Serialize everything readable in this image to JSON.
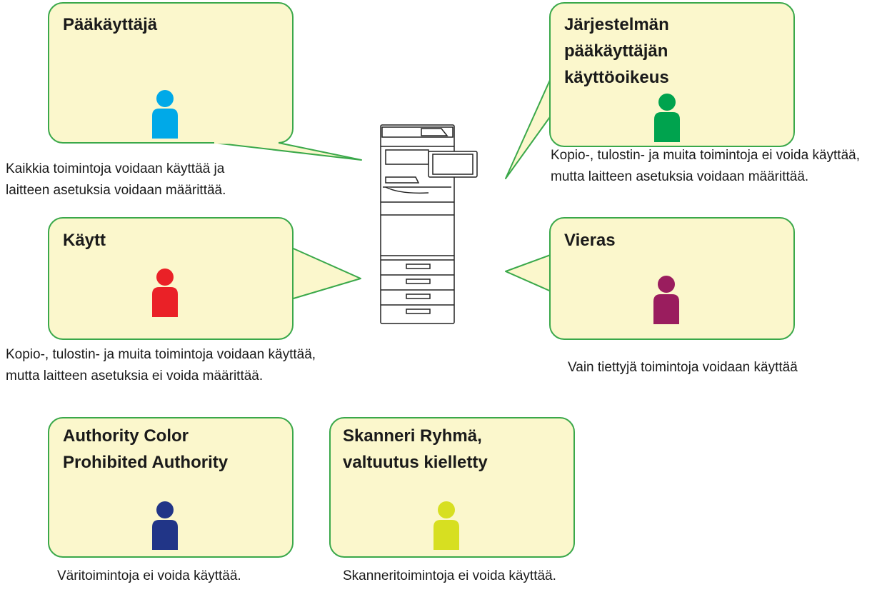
{
  "roles": [
    {
      "id": "paakayttaja",
      "title_lines": [
        "Pääkäyttäjä"
      ],
      "description": "Kaikkia toimintoja voidaan käyttää ja laitteen asetuksia voidaan määrittää.",
      "icon": "user-icon",
      "color": "#00a9e8"
    },
    {
      "id": "jarjestelman-paakayttajan-kayttooikeus",
      "title_lines": [
        "Järjestelmän",
        "pääkäyttäjän",
        "käyttöoikeus"
      ],
      "description": "Kopio-, tulostin- ja muita toimintoja ei voida käyttää, mutta laitteen asetuksia voidaan määrittää.",
      "icon": "user-icon",
      "color": "#00a34e"
    },
    {
      "id": "kaytt",
      "title_lines": [
        "Käytt"
      ],
      "description": "Kopio-, tulostin- ja muita toimintoja voidaan käyttää, mutta laitteen asetuksia ei voida määrittää.",
      "icon": "user-icon",
      "color": "#ea2127"
    },
    {
      "id": "vieras",
      "title_lines": [
        "Vieras"
      ],
      "description": "Vain tiettyjä toimintoja voidaan käyttää",
      "icon": "user-icon",
      "color": "#9a1d5e"
    },
    {
      "id": "authority-color-prohibited-authority",
      "title_lines": [
        "Authority Color",
        "Prohibited Authority"
      ],
      "description": "Väritoimintoja ei voida käyttää.",
      "icon": "user-icon",
      "color": "#213587"
    },
    {
      "id": "skanneri-ryhma-valtuutus-kielletty",
      "title_lines": [
        "Skanneri Ryhmä,",
        "valtuutus kielletty"
      ],
      "description": "Skanneritoimintoja ei voida käyttää.",
      "icon": "user-icon",
      "color": "#d7df21"
    }
  ],
  "center": {
    "icon": "printer-icon"
  },
  "colors": {
    "callout_fill": "#fbf7cc",
    "callout_border": "#3aa84a",
    "text": "#1a1a1a"
  }
}
